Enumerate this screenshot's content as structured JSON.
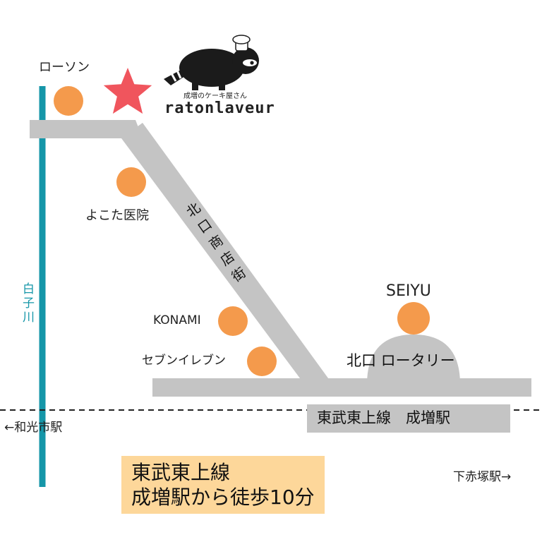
{
  "shop": {
    "tagline": "成増のケーキ屋さん",
    "name": "ratonlaveur"
  },
  "colors": {
    "road": "#c4c4c4",
    "landmark": "#f49a4c",
    "shop_star": "#f0555d",
    "river": "#1596a8",
    "callout_bg": "#fdd79a"
  },
  "landmarks": {
    "lawson": "ローソン",
    "yokota_clinic": "よこた医院",
    "konami": "KONAMI",
    "seven_eleven": "セブンイレブン",
    "seiyu": "SEIYU"
  },
  "streets": {
    "shopping_street": "北口商店街",
    "rotary": "北口 ロータリー"
  },
  "river": {
    "name": "白子川"
  },
  "railway": {
    "station": "東武東上線　成増駅",
    "west": "←和光市駅",
    "east": "下赤塚駅→"
  },
  "directions": {
    "line1": "東武東上線",
    "line2": "成増駅から徒歩10分"
  }
}
